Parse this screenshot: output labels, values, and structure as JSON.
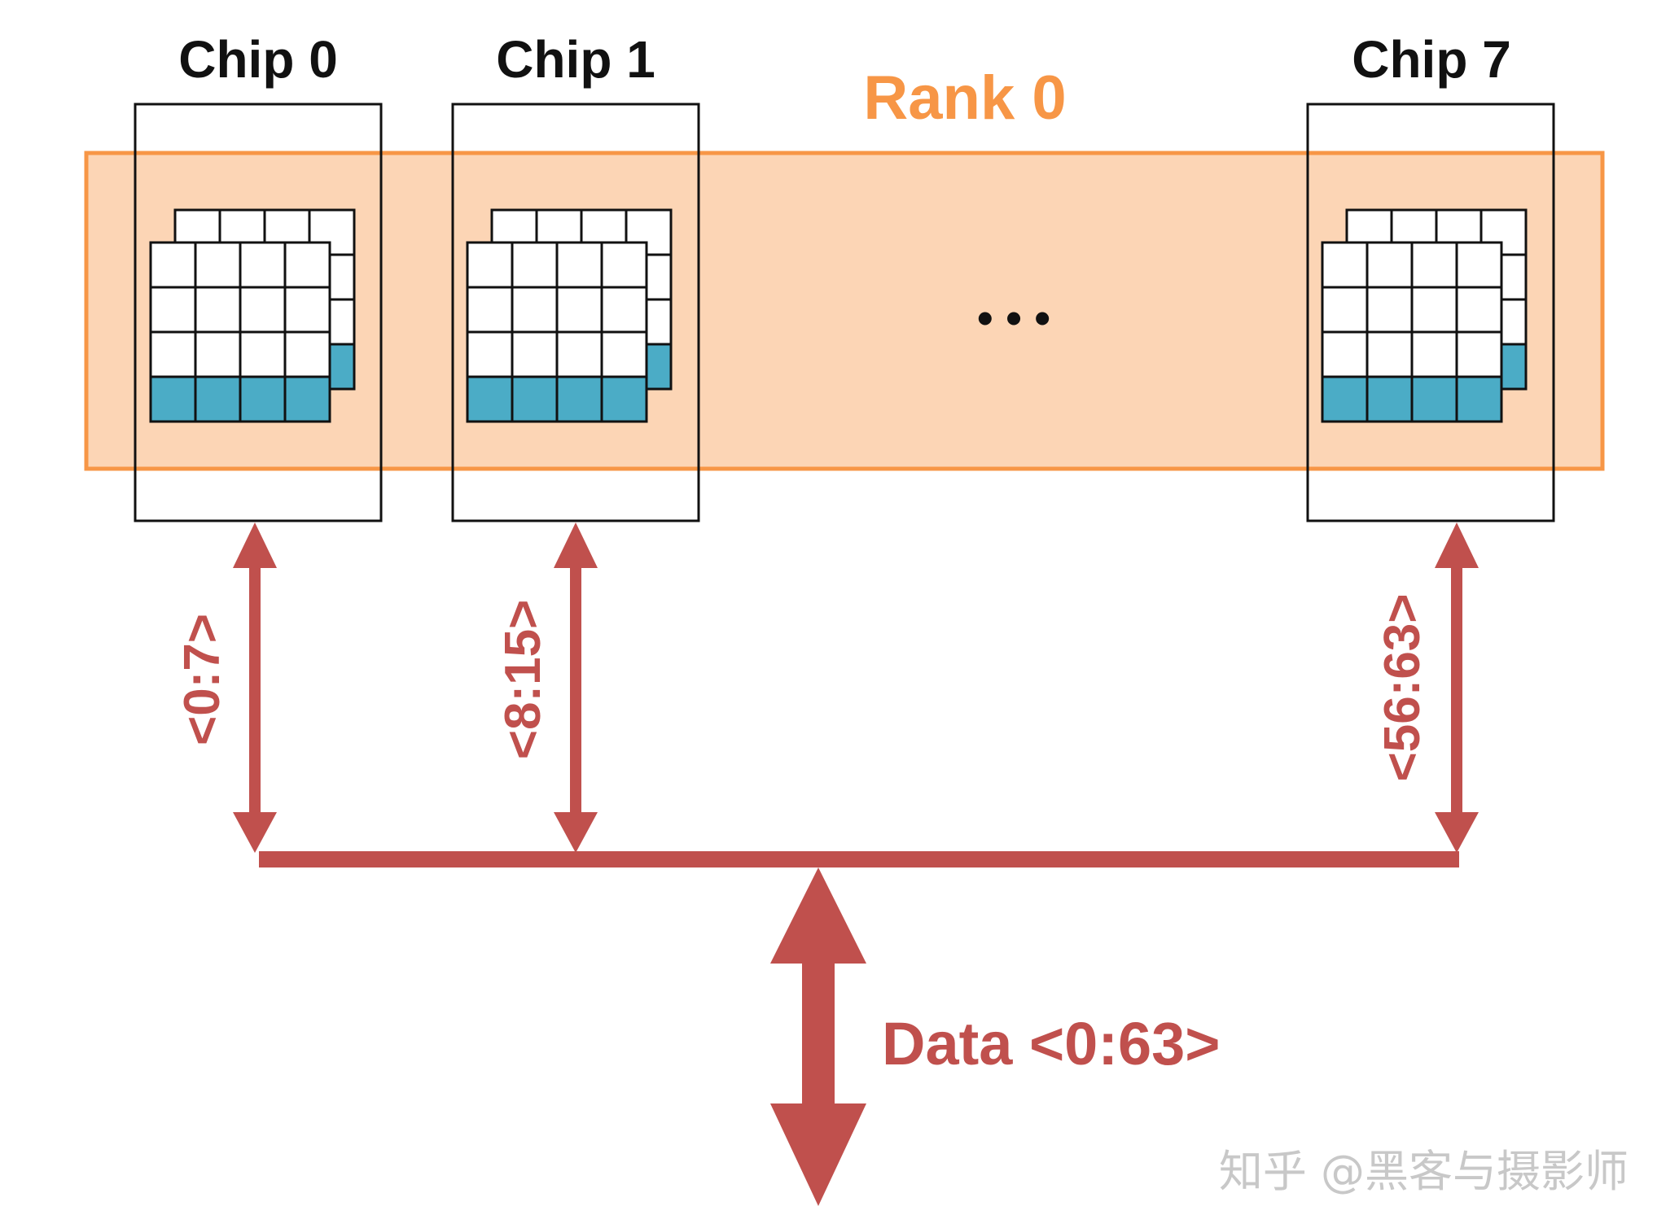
{
  "rank": {
    "label": "Rank 0"
  },
  "chips": [
    {
      "label": "Chip 0",
      "bus_label": "<0:7>"
    },
    {
      "label": "Chip 1",
      "bus_label": "<8:15>"
    },
    {
      "label": "Chip 7",
      "bus_label": "<56:63>"
    }
  ],
  "ellipsis": "• • •",
  "data_bus": {
    "label": "Data <0:63>"
  },
  "watermark": "知乎 @黑客与摄影师",
  "colors": {
    "rank_fill": "#fcd5b5",
    "rank_border": "#f79646",
    "rank_text": "#f79646",
    "arrow": "#c0504d",
    "cell_fill": "#ffffff",
    "cell_highlight": "#4bacc6",
    "chip_border": "#111111"
  }
}
